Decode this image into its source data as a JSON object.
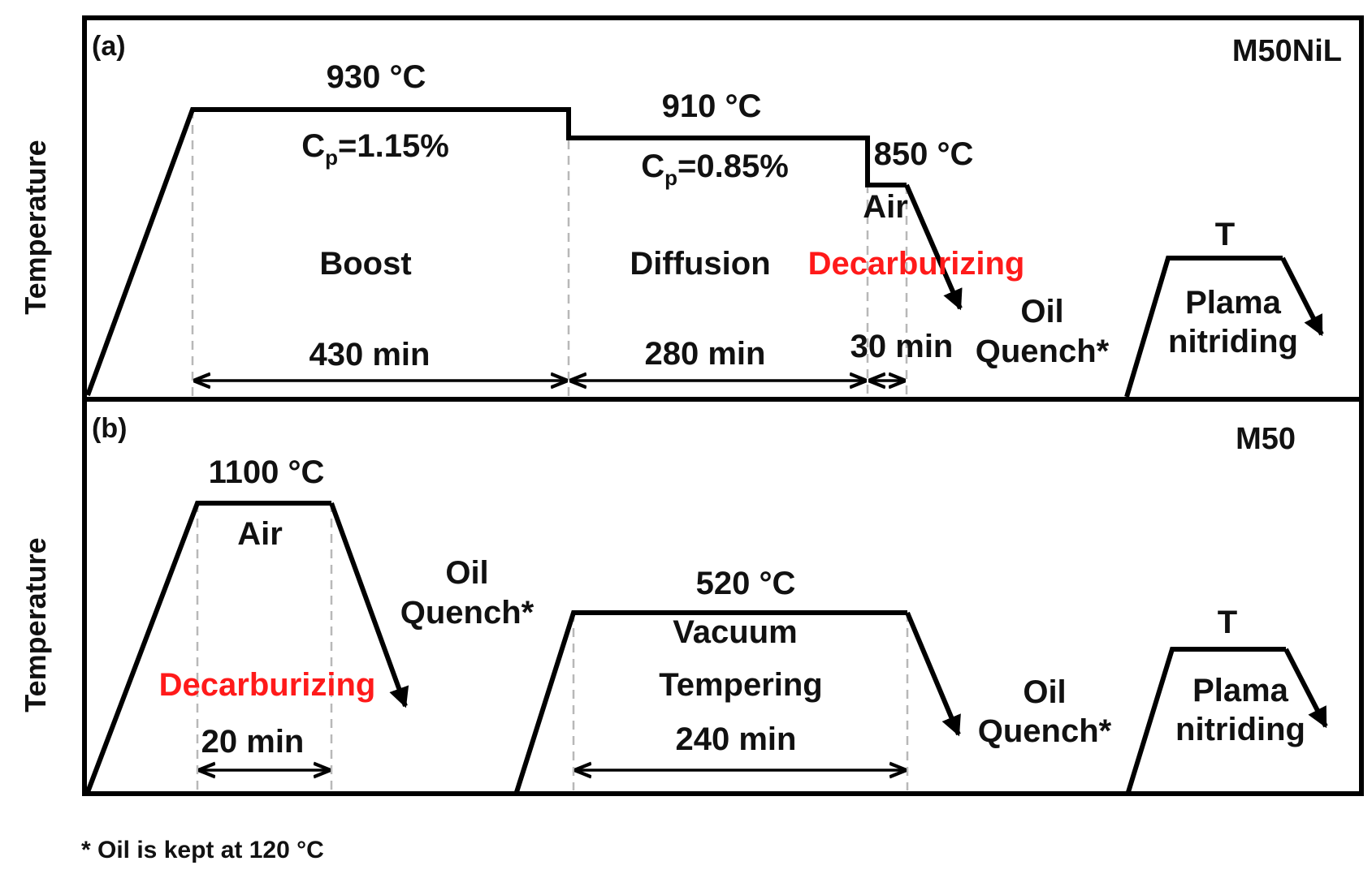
{
  "panel_a": {
    "tag": "(a)",
    "material": "M50NiL",
    "y_axis": "Temperature",
    "boost_temp": "930 °C",
    "boost_cp_main": "C",
    "boost_cp_sub": "p",
    "boost_cp_value": "=1.15%",
    "boost_label": "Boost",
    "boost_time": "430 min",
    "diffusion_temp": "910 °C",
    "diffusion_cp_main": "C",
    "diffusion_cp_sub": "p",
    "diffusion_cp_value": "=0.85%",
    "diffusion_label": "Diffusion",
    "diffusion_time": "280 min",
    "hold_temp": "850 °C",
    "hold_atmosphere": "Air",
    "decarb_label": "Decarburizing",
    "hold_time": "30 min",
    "quench_line1": "Oil",
    "quench_line2": "Quench*",
    "nitriding_temp": "T",
    "nitriding_line1": "Plama",
    "nitriding_line2": "nitriding"
  },
  "panel_b": {
    "tag": "(b)",
    "material": "M50",
    "y_axis": "Temperature",
    "austenitize_temp": "1100 °C",
    "austenitize_atmosphere": "Air",
    "decarb_label": "Decarburizing",
    "austenitize_time": "20 min",
    "quench1_line1": "Oil",
    "quench1_line2": "Quench*",
    "temper_temp": "520 °C",
    "temper_line1": "Vacuum",
    "temper_line2": "Tempering",
    "temper_time": "240 min",
    "quench2_line1": "Oil",
    "quench2_line2": "Quench*",
    "nitriding_temp": "T",
    "nitriding_line1": "Plama",
    "nitriding_line2": "nitriding"
  },
  "footnote": "* Oil is kept at 120 °C",
  "colors": {
    "line": "#000000",
    "highlight": "#ff1a1a",
    "guide": "#b8b8b8"
  }
}
